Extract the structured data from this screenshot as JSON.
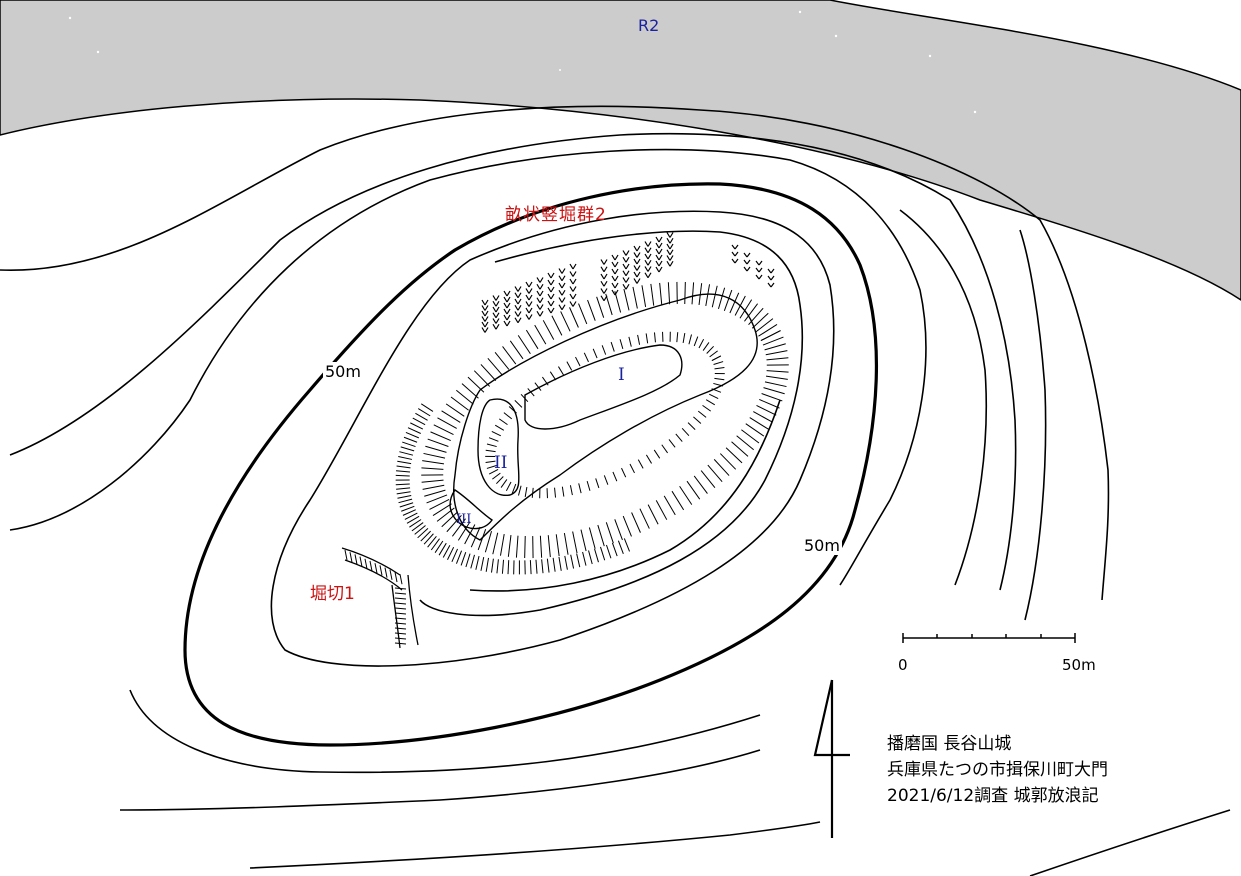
{
  "road": {
    "label": "R2",
    "fill": "#cccccc",
    "label_color": "#1a22a0"
  },
  "labels": {
    "trench_group": "畝状竪堀群2",
    "cut_trench": "堀切1",
    "contour_50_a": "50m",
    "contour_50_b": "50m"
  },
  "baileys": {
    "b1": "I",
    "b2": "II",
    "b3": "III"
  },
  "scale": {
    "start": "0",
    "end": "50m"
  },
  "title_block": {
    "line1": "播磨国 長谷山城",
    "line2": "兵庫県たつの市揖保川町大門",
    "line3": "2021/6/12調査 城郭放浪記"
  },
  "colors": {
    "red_label": "#cc1111",
    "blue_label": "#1a22a0",
    "road": "#cccccc"
  },
  "icons": {
    "north": "north-arrow-icon"
  }
}
